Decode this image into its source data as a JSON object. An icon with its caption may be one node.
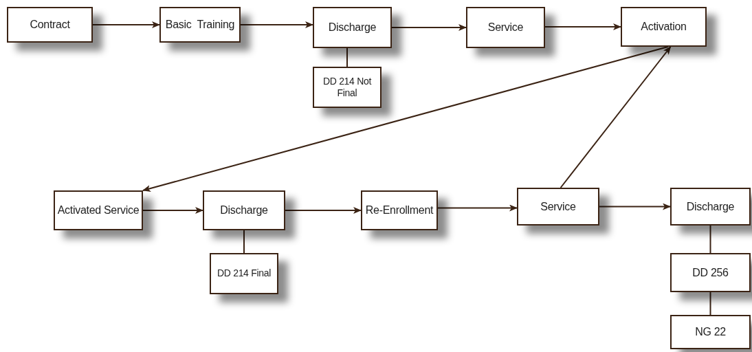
{
  "diagram": {
    "nodes": [
      {
        "text": [
          "Contract"
        ]
      },
      {
        "text": [
          "Basic  Training"
        ]
      },
      {
        "text": [
          "Discharge"
        ]
      },
      {
        "text": [
          "DD 214 Not Final"
        ]
      },
      {
        "text": [
          "Service"
        ]
      },
      {
        "text": [
          "Activation"
        ]
      },
      {
        "text": [
          "Activated Service"
        ]
      },
      {
        "text": [
          "Discharge"
        ]
      },
      {
        "text": [
          "DD 214 Final"
        ]
      },
      {
        "text": [
          "Re-Enrollment"
        ]
      },
      {
        "text": [
          "Service"
        ]
      },
      {
        "text": [
          "Discharge"
        ]
      },
      {
        "text": [
          "DD 256"
        ]
      },
      {
        "text": [
          "NG 22"
        ]
      }
    ],
    "edges": [
      {
        "from": 0,
        "to": 1,
        "arrow": "to"
      },
      {
        "from": 1,
        "to": 2,
        "arrow": "to"
      },
      {
        "from": 2,
        "to": 4,
        "arrow": "to"
      },
      {
        "from": 4,
        "to": 5,
        "arrow": "to"
      },
      {
        "from": 2,
        "to": 3,
        "arrow": "none"
      },
      {
        "from": 5,
        "to": 6,
        "arrow": "to"
      },
      {
        "from": 10,
        "to": 5,
        "arrow": "to"
      },
      {
        "from": 6,
        "to": 7,
        "arrow": "to"
      },
      {
        "from": 7,
        "to": 9,
        "arrow": "to"
      },
      {
        "from": 9,
        "to": 10,
        "arrow": "to"
      },
      {
        "from": 10,
        "to": 11,
        "arrow": "to"
      },
      {
        "from": 7,
        "to": 8,
        "arrow": "none"
      },
      {
        "from": 11,
        "to": 12,
        "arrow": "none"
      },
      {
        "from": 12,
        "to": 13,
        "arrow": "none"
      }
    ]
  }
}
